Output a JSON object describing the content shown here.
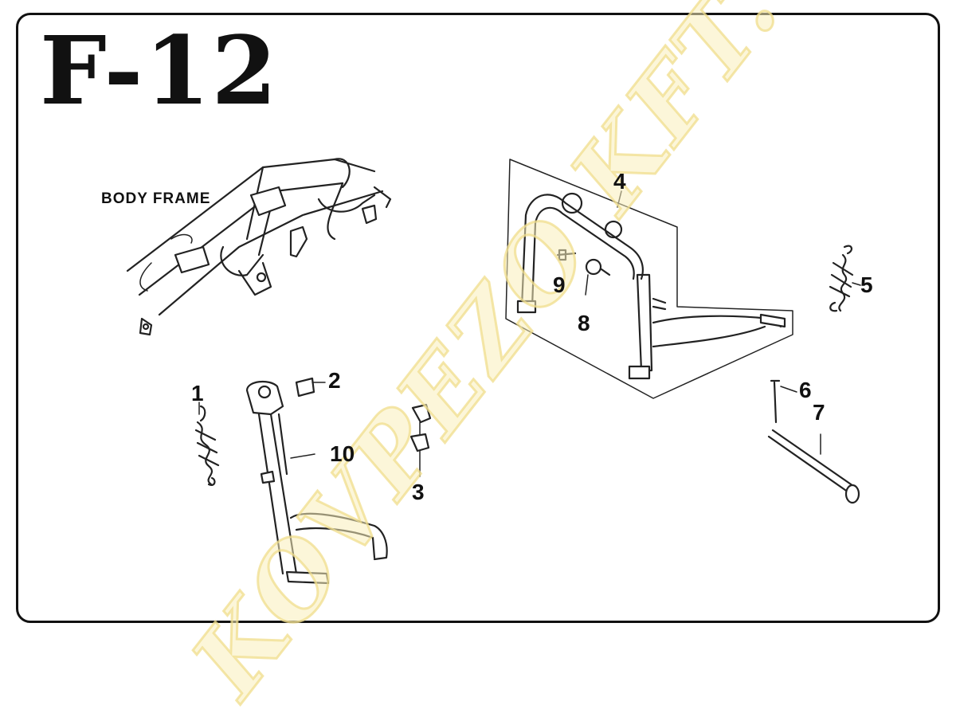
{
  "diagram": {
    "title": "F-12",
    "frame_label": "BODY FRAME",
    "watermark": "KOVPEZO KFT.",
    "colors": {
      "border": "#111111",
      "watermark": "#F3E3A0",
      "ink": "#222222"
    },
    "parts": [
      {
        "number": "1",
        "name": "spring"
      },
      {
        "number": "2",
        "name": "bolt"
      },
      {
        "number": "3",
        "name": "bolt-pair"
      },
      {
        "number": "4",
        "name": "main-stand"
      },
      {
        "number": "5",
        "name": "spring"
      },
      {
        "number": "6",
        "name": "pin"
      },
      {
        "number": "7",
        "name": "shaft"
      },
      {
        "number": "8",
        "name": "washer"
      },
      {
        "number": "9",
        "name": "bolt"
      },
      {
        "number": "10",
        "name": "side-stand"
      }
    ]
  }
}
